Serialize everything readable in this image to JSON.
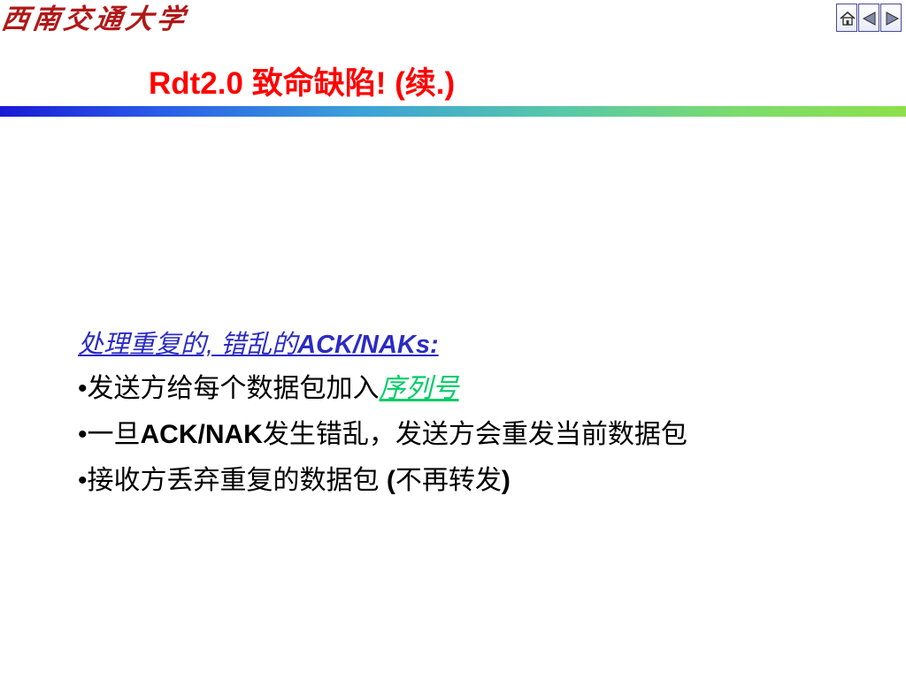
{
  "logo": {
    "text": "西南交通大学"
  },
  "nav": {
    "icons": [
      "home-icon",
      "next-icon",
      "prev-icon"
    ]
  },
  "title": {
    "text": "Rdt2.0 致命缺陷! (续.)"
  },
  "content": {
    "subhead": {
      "text_pre": "处理重复的, 错乱的",
      "text_bold": "ACK/NAKs:"
    },
    "bullets": [
      {
        "bullet": "•",
        "pre": "发送方给每个数据包加入",
        "highlight": "序列号"
      },
      {
        "bullet": "•",
        "pre": "一旦",
        "bold": "ACK/NAK",
        "post": "发生错乱，发送方会重发当前数据包"
      },
      {
        "bullet": "•",
        "pre": "接收方丢弃重复的数据包 ",
        "bold": "(",
        "mid": "不再转发",
        "bold2": ")"
      }
    ]
  },
  "colors": {
    "title": "#ff0000",
    "subhead": "#2b2bc4",
    "highlight": "#00cc66",
    "logo": "#b01818"
  }
}
